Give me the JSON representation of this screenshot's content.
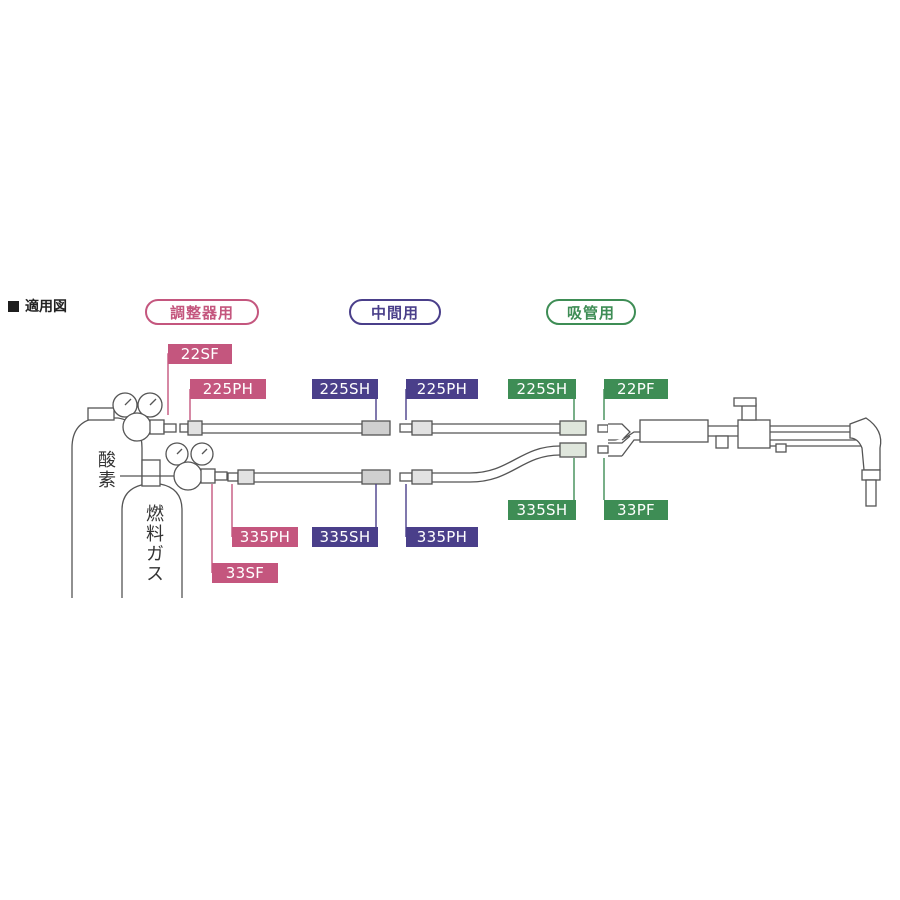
{
  "heading": "適用図",
  "categories": {
    "regulator": "調整器用",
    "intermediate": "中間用",
    "blowpipe": "吸管用"
  },
  "tanks": {
    "oxygen": "酸素",
    "fuel": "燃料ガス"
  },
  "labels": {
    "reg_22SF": "22SF",
    "reg_225PH": "225PH",
    "reg_335PH": "335PH",
    "reg_33SF": "33SF",
    "mid_225SH": "225SH",
    "mid_225PH": "225PH",
    "mid_335SH": "335SH",
    "mid_335PH": "335PH",
    "bp_225SH": "225SH",
    "bp_22PF": "22PF",
    "bp_335SH": "335SH",
    "bp_33PF": "33PF"
  },
  "colors": {
    "regulator": "#c4567e",
    "intermediate": "#4a3f8a",
    "blowpipe": "#3e8d55",
    "line": "#555555"
  }
}
